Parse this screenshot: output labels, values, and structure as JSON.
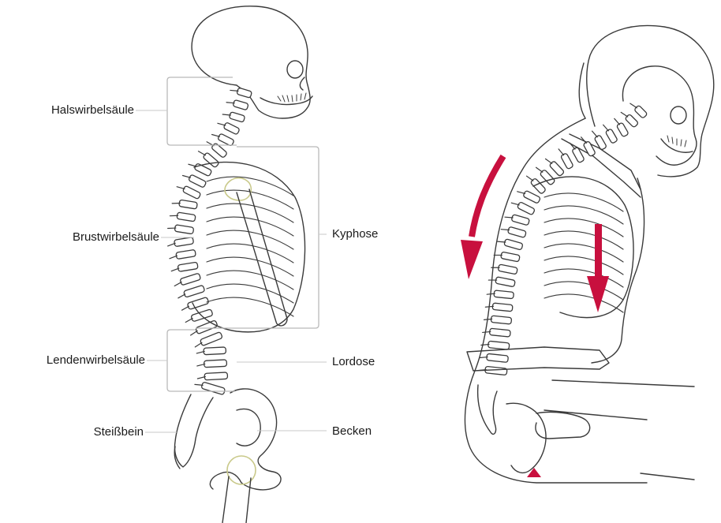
{
  "labels": {
    "cervical": "Halswirbelsäule",
    "thoracic": "Brustwirbelsäule",
    "lumbar": "Lendenwirbelsäule",
    "coccyx": "Steißbein",
    "kyphosis": "Kyphose",
    "lordosis": "Lordose",
    "pelvis": "Becken"
  },
  "colors": {
    "outline": "#3a3a3a",
    "bracket": "#b9b9b9",
    "leader": "#c8c8c8",
    "arrow": "#c8103e",
    "joint": "#c9c98a"
  }
}
